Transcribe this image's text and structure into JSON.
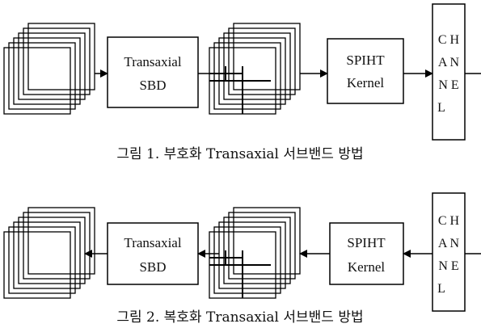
{
  "figure1": {
    "caption": "그림 1. 부호화 Transaxial 서브밴드 방법",
    "sbd_block": {
      "line1": "Transaxial",
      "line2": "SBD"
    },
    "kernel_block": {
      "line1": "SPIHT",
      "line2": "Kernel"
    },
    "channel_block": {
      "line1": "C H",
      "line2": "A N",
      "line3": "N E",
      "line4": "L"
    }
  },
  "figure2": {
    "caption": "그림 2. 복호화 Transaxial 서브밴드 방법",
    "sbd_block": {
      "line1": "Transaxial",
      "line2": "SBD"
    },
    "kernel_block": {
      "line1": "SPIHT",
      "line2": "Kernel"
    },
    "channel_block": {
      "line1": "C H",
      "line2": "A N",
      "line3": "N E",
      "line4": "L"
    }
  }
}
